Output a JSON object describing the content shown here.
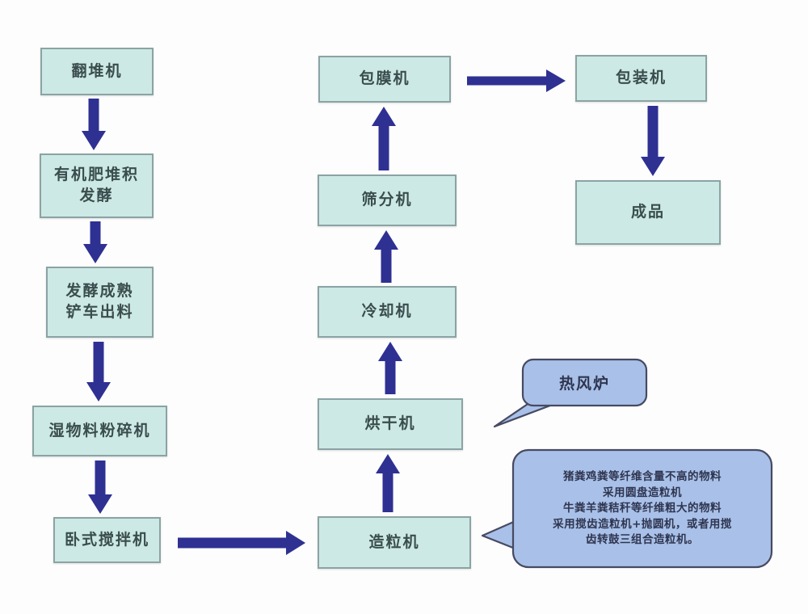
{
  "diagram": {
    "nodes": {
      "turner": {
        "label": "翻堆机"
      },
      "compost": {
        "label1": "有机肥堆积",
        "label2": "发酵"
      },
      "discharge": {
        "label1": "发酵成熟",
        "label2": "铲车出料"
      },
      "crusher": {
        "label": "湿物料粉碎机"
      },
      "mixer": {
        "label": "卧式搅拌机"
      },
      "granulator": {
        "label": "造粒机"
      },
      "dryer": {
        "label": "烘干机"
      },
      "cooler": {
        "label": "冷却机"
      },
      "screener": {
        "label": "筛分机"
      },
      "coater": {
        "label": "包膜机"
      },
      "packer": {
        "label": "包装机"
      },
      "product": {
        "label": "成品"
      }
    },
    "callouts": {
      "hot_air_furnace": {
        "label": "热风炉"
      },
      "granulator_note": {
        "line1": "猪粪鸡粪等纤维含量不高的物料",
        "line2": "采用圆盘造粒机",
        "line3": "牛粪羊粪秸秆等纤维粗大的物料",
        "line4": "采用搅齿造粒机+抛圆机，或者用搅",
        "line5": "齿转鼓三组合造粒机。"
      }
    },
    "colors": {
      "node_fill": "#cde9e5",
      "node_border": "#8ba3a3",
      "node_text": "#3a4d4e",
      "arrow": "#2e3192",
      "callout_fill": "#a9c1e8",
      "callout_border": "#474a63",
      "callout_text": "#2f3550"
    }
  }
}
